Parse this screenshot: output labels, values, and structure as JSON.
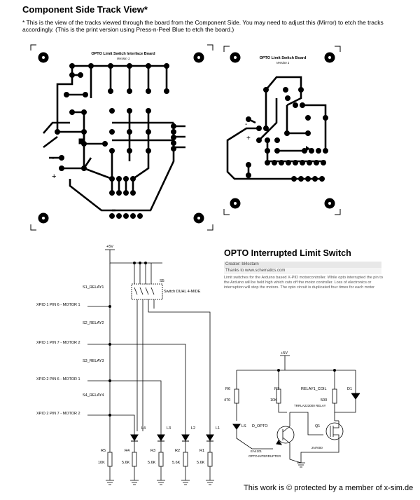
{
  "page": {
    "title": "Component Side Track View*",
    "note": "* This is the view of the tracks viewed through the board from the Component Side. You may need to adjust this (Mirror) to etch the tracks accordingly. (This is the print version using Press-n-Peel Blue to etch the board.)",
    "footer": "This work is © protected by a member of x-sim.de"
  },
  "board_left": {
    "title": "OPTO Limit Switch Interface Board",
    "version": "Version 1",
    "minus": "-",
    "plus": "+"
  },
  "board_right": {
    "title": "OPTO Limit Switch Board",
    "version": "Version 1",
    "minus": "-",
    "plus": "+"
  },
  "schematic_left": {
    "vcc": "+5V",
    "switch": "S5",
    "switch_label": "Switch DUAL 4-MIDE",
    "relays": [
      "S1_RELAY1",
      "S2_RELAY2",
      "S3_RELAY3",
      "S4_RELAY4"
    ],
    "inputs": [
      "XPID 1 PIN 6 - MOTOR 1",
      "XPID 1 PIN 7 - MOTOR 2",
      "XPID 2 PIN 6 - MOTOR 1",
      "XPID 2 PIN 7 - MOTOR 2"
    ],
    "leds": [
      "L4",
      "L3",
      "L2",
      "L1"
    ],
    "resistors": [
      {
        "name": "R5",
        "value": "10K"
      },
      {
        "name": "R4",
        "value": "5.6K"
      },
      {
        "name": "R3",
        "value": "5.6K"
      },
      {
        "name": "R2",
        "value": "5.6K"
      },
      {
        "name": "R1",
        "value": "5.6K"
      }
    ]
  },
  "panel": {
    "title": "OPTO Interrupted Limit Switch",
    "creator": "Creator: bl4sstarn",
    "thanks": "Thanks to www.schematics.com",
    "description": "Limit switches for the Arduino based X-PID motorcontroller. While opto interrupted the pin to the Arduino will be held high which cuts off the motor controller. Loss of electronics or interruption will stop the motors. The opto circuit is duplicated four times for each motor"
  },
  "schematic_right": {
    "vcc": "+5V",
    "r6": "R6",
    "r6_value": "470",
    "r7": "R7",
    "r7_value": "10K",
    "coil": "RELAY1_COIL",
    "coil_value": "500",
    "coil_part": "TRRLA223000 RELAY",
    "diode": "D1",
    "led": "LS",
    "opto": "D_OPTO",
    "opto_part": "EA4101",
    "opto_desc": "OPTO-INTERRUPTER",
    "mosfet": "Q1",
    "mosfet_part": "2N7000"
  }
}
